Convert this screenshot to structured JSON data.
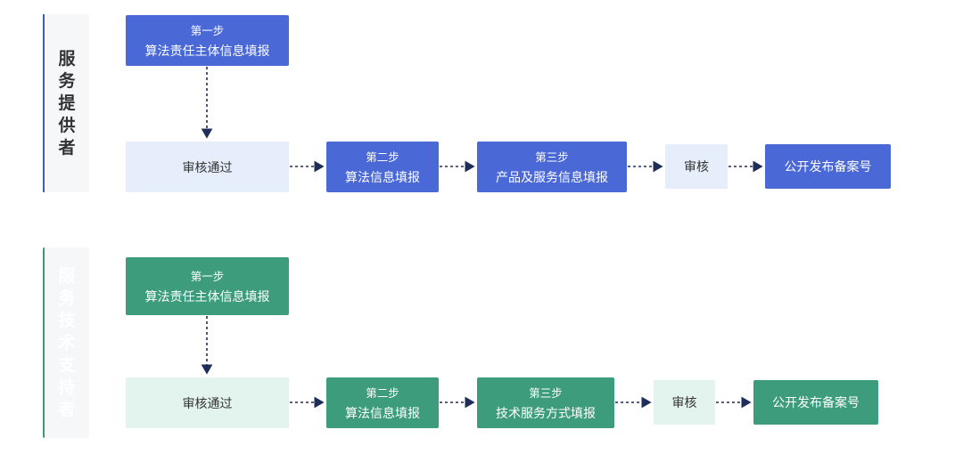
{
  "lanes": [
    {
      "label_chars": [
        "服",
        "务",
        "提",
        "供",
        "者"
      ],
      "step1": {
        "step": "第一步",
        "title": "算法责任主体信息填报"
      },
      "approved": "审核通过",
      "step2": {
        "step": "第二步",
        "title": "算法信息填报"
      },
      "step3": {
        "step": "第三步",
        "title": "产品及服务信息填报"
      },
      "review": "审核",
      "publish": "公开发布备案号"
    },
    {
      "label_chars": [
        "服",
        "务",
        "技",
        "术",
        "支",
        "持",
        "者"
      ],
      "step1": {
        "step": "第一步",
        "title": "算法责任主体信息填报"
      },
      "approved": "审核通过",
      "step2": {
        "step": "第二步",
        "title": "算法信息填报"
      },
      "step3": {
        "step": "第三步",
        "title": "技术服务方式填报"
      },
      "review": "审核",
      "publish": "公开发布备案号"
    }
  ],
  "colors": {
    "blue": "#4a68d6",
    "blue_light": "#e6eefb",
    "green": "#3d9c7b",
    "green_light": "#e3f4ee",
    "connector": "#1f2d5a"
  }
}
